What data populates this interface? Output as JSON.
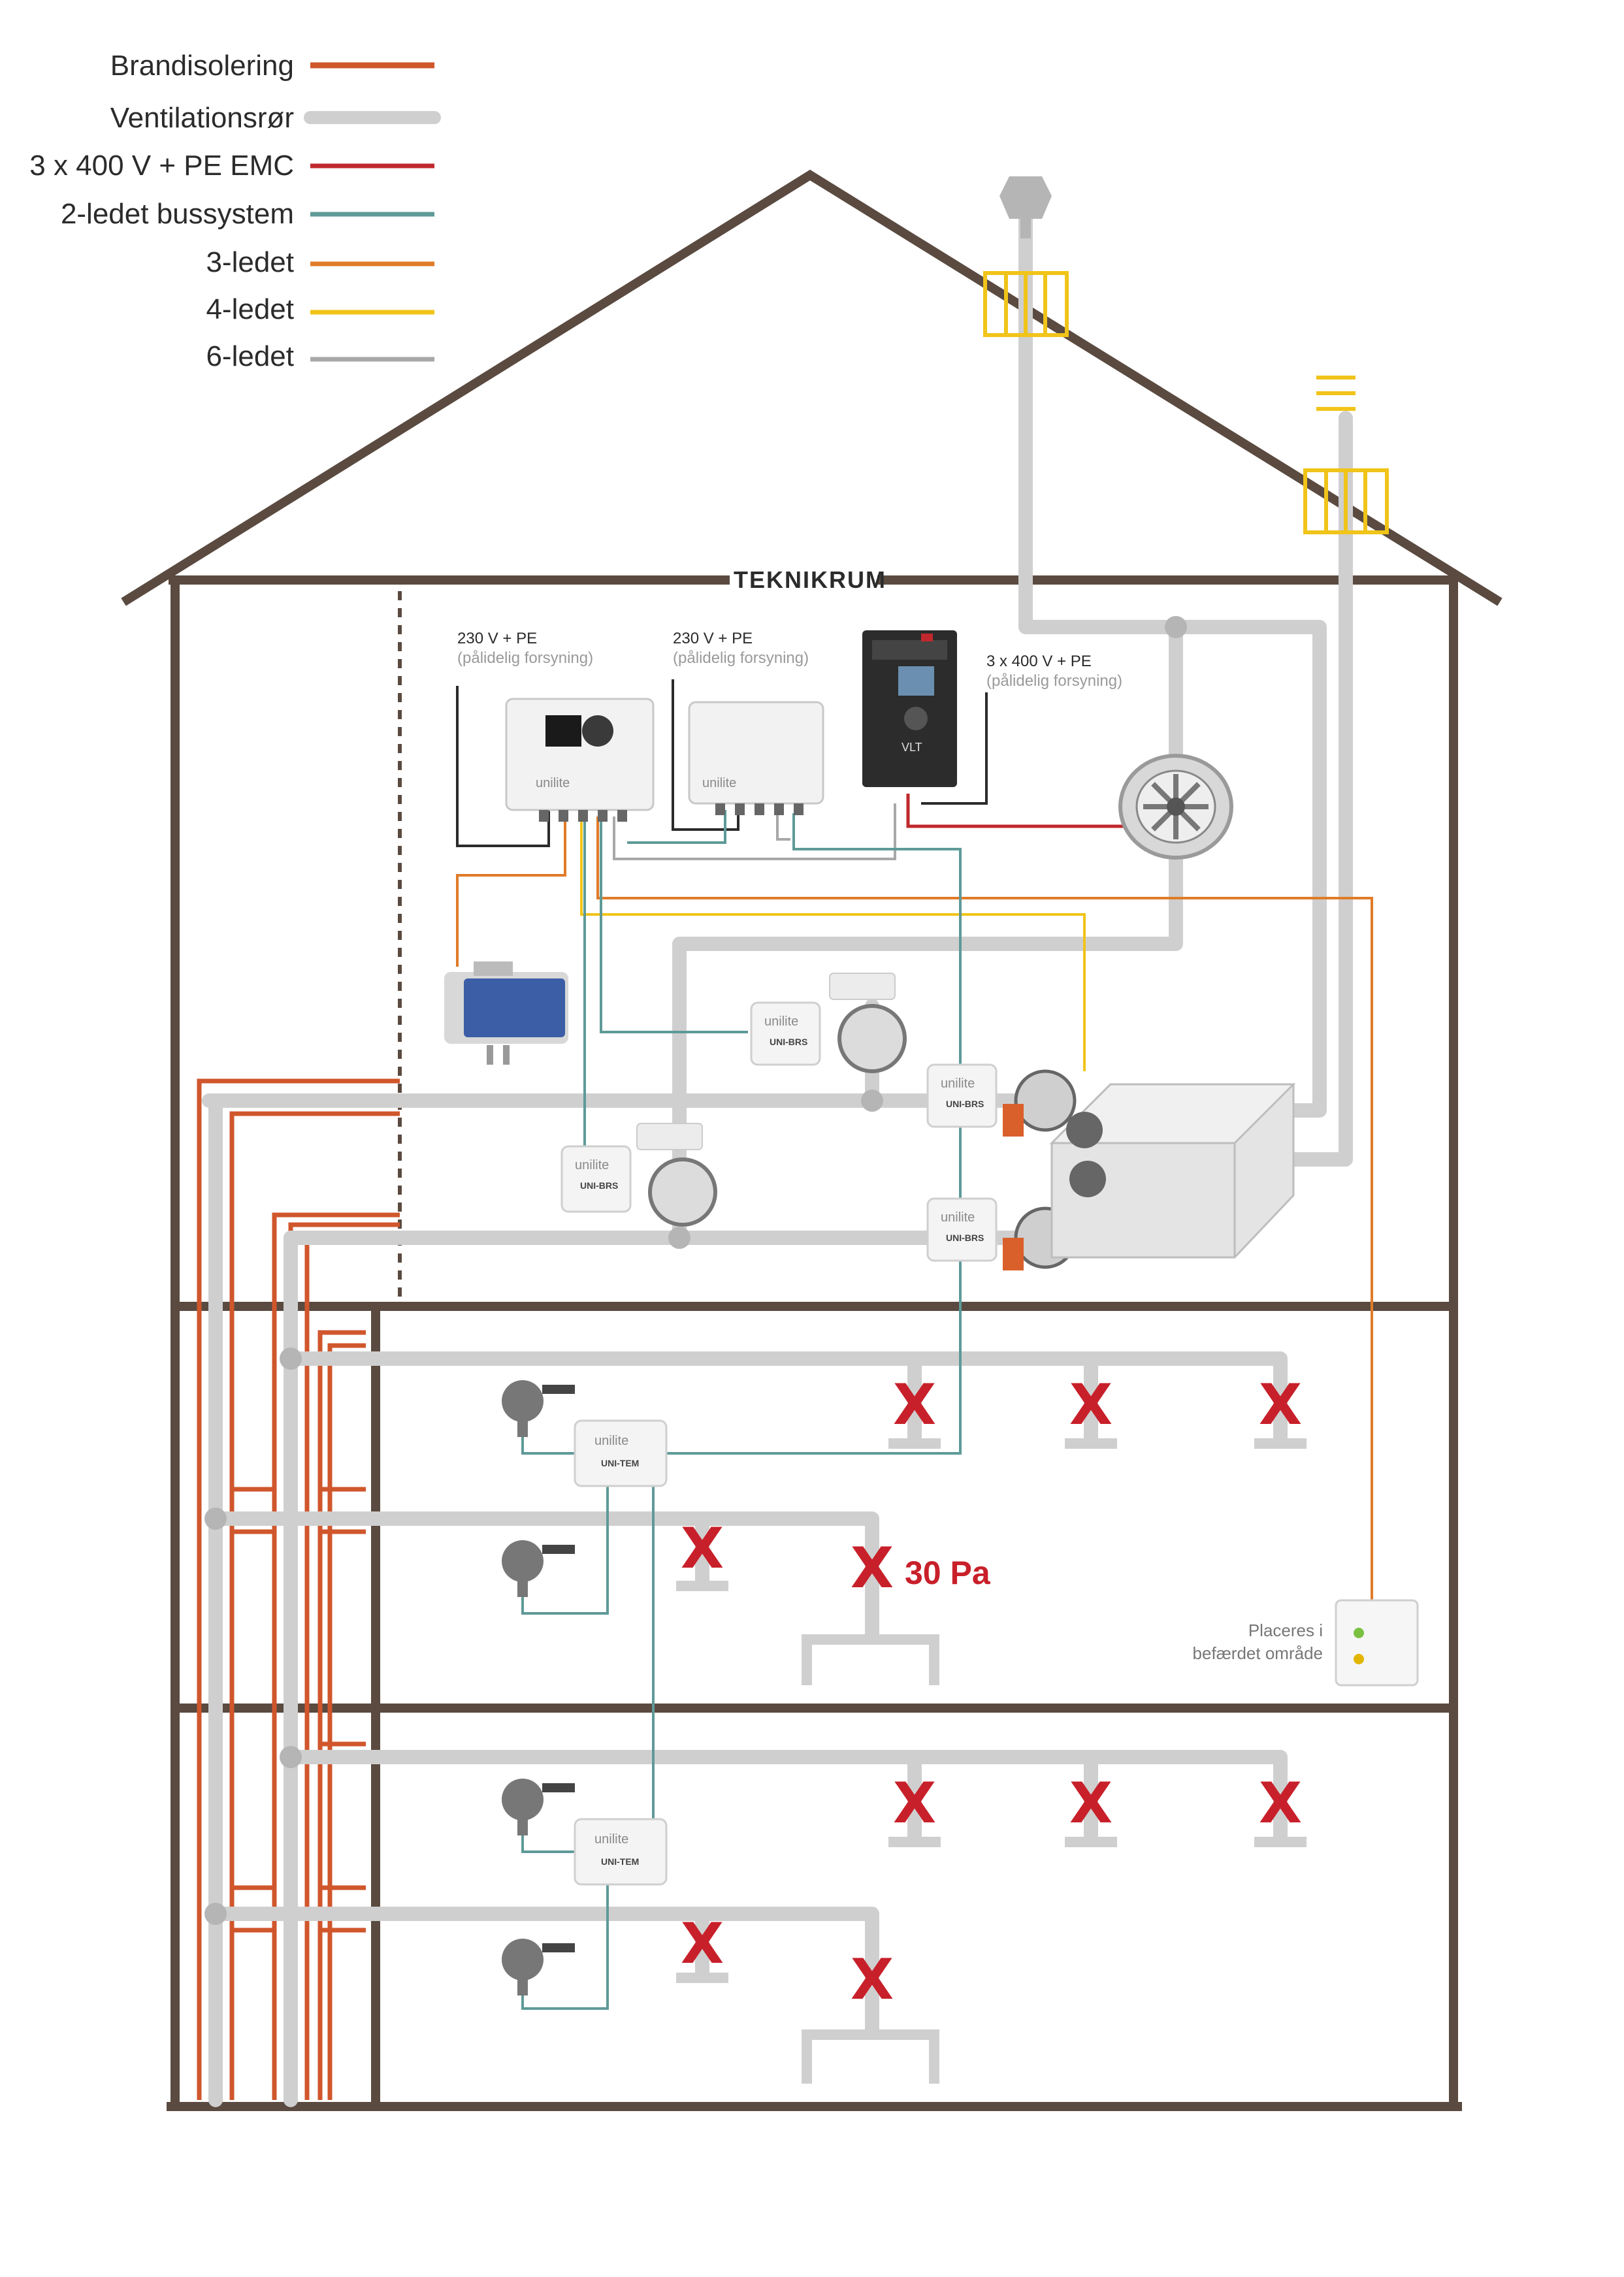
{
  "legend": {
    "items": [
      {
        "label": "Brandisolering",
        "color": "#d0562c"
      },
      {
        "label": "Ventilationsrør",
        "color": "#cfcfcf"
      },
      {
        "label": "3 x 400 V + PE EMC",
        "color": "#c0282d"
      },
      {
        "label": "2-ledet bussystem",
        "color": "#5e9a98"
      },
      {
        "label": "3-ledet",
        "color": "#e07b28"
      },
      {
        "label": "4-ledet",
        "color": "#f0c419"
      },
      {
        "label": "6-ledet",
        "color": "#a8a8a8"
      }
    ]
  },
  "room": {
    "label": "TEKNIKRUM"
  },
  "supplies": {
    "s1_line1": "230 V + PE",
    "s1_line2": "(pålidelig forsyning)",
    "s2_line1": "230 V + PE",
    "s2_line2": "(pålidelig forsyning)",
    "s3_line1": "3 x 400 V + PE",
    "s3_line2": "(pålidelig forsyning)"
  },
  "devices": {
    "brand": "unilite",
    "brs": "UNI-BRS",
    "tem": "UNI-TEM",
    "vlt": "VLT"
  },
  "pressure": {
    "label": "30 Pa"
  },
  "xmark": {
    "symbol": "X"
  },
  "indicator": {
    "line1": "Placeres i",
    "line2": "befærdet område"
  },
  "colors": {
    "wall": "#5a4a40",
    "duct": "#cfcfcf",
    "duct_dark": "#b5b5b5",
    "fire": "#d0562c",
    "bus": "#5e9a98",
    "power": "#c0282d",
    "three_wire": "#e07b28",
    "four_wire": "#f0c419",
    "six_wire": "#a8a8a8",
    "xmark": "#c8202a"
  }
}
